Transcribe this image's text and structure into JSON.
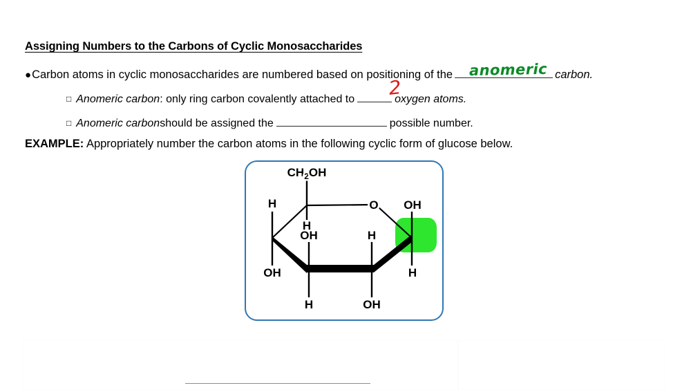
{
  "slide": {
    "title": "Assigning Numbers to the Carbons of Cyclic Monosaccharides",
    "bullet_dot": "●",
    "square_marker": "□",
    "main_bullet": {
      "text_before": "Carbon atoms in cyclic monosaccharides are numbered based on positioning of the",
      "blank_answer": "anomeric",
      "blank_answer_color": "#0c8a28",
      "text_after": "carbon."
    },
    "sub_bullets": [
      {
        "term": "Anomeric carbon",
        "text_before": ": only ring carbon covalently attached to",
        "blank_answer": "2",
        "blank_answer_color": "#e01b1b",
        "text_after": "oxygen atoms."
      },
      {
        "term": "Anomeric carbon",
        "text_before": " should be assigned the",
        "blank_answer": "",
        "blank_answer_color": "#e01b1b",
        "text_after": "possible number."
      }
    ],
    "example": {
      "keyword": "EXAMPLE:",
      "text": " Appropriately number the carbon atoms in the following cyclic form of glucose below."
    }
  },
  "figure": {
    "caption_alt": "Haworth projection of cyclic glucose with anomeric carbon highlighted",
    "border_color": "#2f77b3",
    "highlight_color": "#2ee62e",
    "bond_color": "#000000",
    "labels": {
      "ch2oh": "CH",
      "ch2oh_sub": "2",
      "ch2oh_tail": "OH",
      "ring_oxygen": "O",
      "c5_h": "H",
      "c4_h_upper_left": "H",
      "c4_oh": "OH",
      "c3_oh": "OH",
      "c3_h": "H",
      "c2_h_upper": "H",
      "c2_oh": "OH",
      "c1_oh": "OH",
      "c1_h": "H"
    },
    "atom_labels_list": [
      "CH2OH",
      "O",
      "H",
      "OH",
      "OH",
      "H",
      "OH",
      "H",
      "H",
      "OH",
      "OH",
      "H"
    ]
  }
}
